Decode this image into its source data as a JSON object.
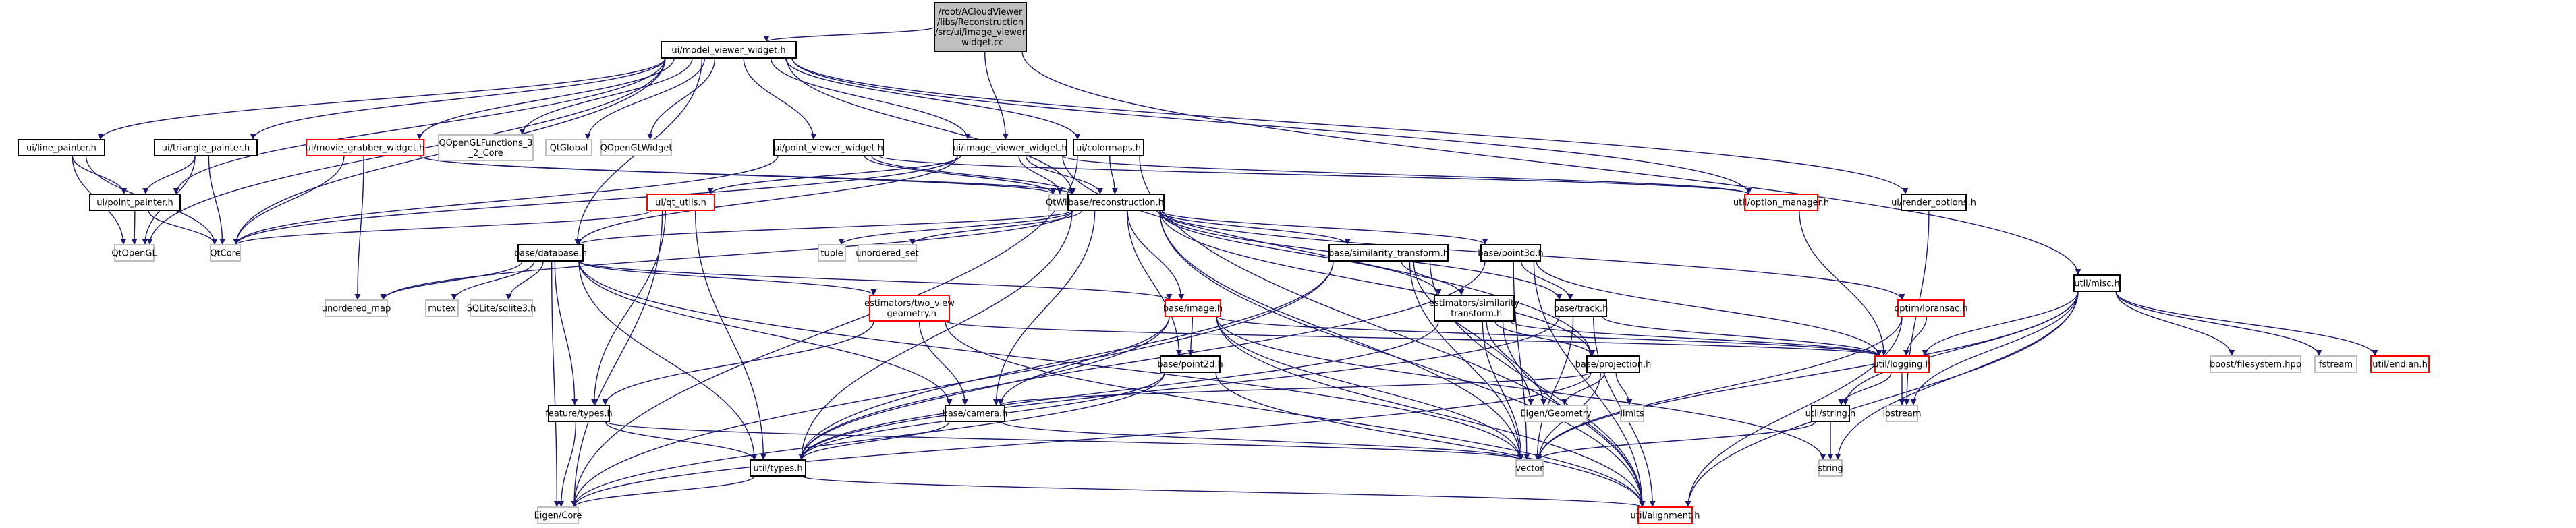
{
  "title": "Include dependency graph for image_viewer_widget.cc",
  "colors": {
    "edge": "#191970",
    "root_fill": "#bfbfbf",
    "documented_border": "#000000",
    "undocumented_border": "#ff0000",
    "external_border": "#bfbfbf"
  },
  "nodes": [
    {
      "id": "root",
      "label": [
        "/root/ACloudViewer",
        "/libs/Reconstruction",
        "/src/ui/image_viewer",
        "_widget.cc"
      ],
      "kind": "root"
    },
    {
      "id": "model_viewer_widget",
      "label": [
        "ui/model_viewer_widget.h"
      ],
      "kind": "normal"
    },
    {
      "id": "image_viewer_widget",
      "label": [
        "ui/image_viewer_widget.h"
      ],
      "kind": "normal"
    },
    {
      "id": "misc",
      "label": [
        "util/misc.h"
      ],
      "kind": "normal"
    },
    {
      "id": "line_painter",
      "label": [
        "ui/line_painter.h"
      ],
      "kind": "normal"
    },
    {
      "id": "triangle_painter",
      "label": [
        "ui/triangle_painter.h"
      ],
      "kind": "normal"
    },
    {
      "id": "movie_grabber_widget",
      "label": [
        "ui/movie_grabber_widget.h"
      ],
      "kind": "missing"
    },
    {
      "id": "qopenglfunctions",
      "label": [
        "QOpenGLFunctions_3",
        "_2_Core"
      ],
      "kind": "external"
    },
    {
      "id": "qtglobal",
      "label": [
        "QtGlobal"
      ],
      "kind": "external"
    },
    {
      "id": "qopenglwidget",
      "label": [
        "QOpenGLWidget"
      ],
      "kind": "external"
    },
    {
      "id": "point_viewer_widget",
      "label": [
        "ui/point_viewer_widget.h"
      ],
      "kind": "normal"
    },
    {
      "id": "colormaps",
      "label": [
        "ui/colormaps.h"
      ],
      "kind": "normal"
    },
    {
      "id": "point_painter",
      "label": [
        "ui/point_painter.h"
      ],
      "kind": "normal"
    },
    {
      "id": "qtwidgets",
      "label": [
        "QtWidgets"
      ],
      "kind": "external"
    },
    {
      "id": "qt_utils",
      "label": [
        "ui/qt_utils.h"
      ],
      "kind": "missing"
    },
    {
      "id": "reconstruction",
      "label": [
        "base/reconstruction.h"
      ],
      "kind": "normal"
    },
    {
      "id": "option_manager",
      "label": [
        "util/option_manager.h"
      ],
      "kind": "missing"
    },
    {
      "id": "render_options",
      "label": [
        "ui/render_options.h"
      ],
      "kind": "normal"
    },
    {
      "id": "qtopengl",
      "label": [
        "QtOpenGL"
      ],
      "kind": "external"
    },
    {
      "id": "qtcore",
      "label": [
        "QtCore"
      ],
      "kind": "external"
    },
    {
      "id": "database",
      "label": [
        "base/database.h"
      ],
      "kind": "normal"
    },
    {
      "id": "tuple",
      "label": [
        "tuple"
      ],
      "kind": "external"
    },
    {
      "id": "unordered_set",
      "label": [
        "unordered_set"
      ],
      "kind": "external"
    },
    {
      "id": "similarity_transform",
      "label": [
        "base/similarity_transform.h"
      ],
      "kind": "normal"
    },
    {
      "id": "point3d",
      "label": [
        "base/point3d.h"
      ],
      "kind": "normal"
    },
    {
      "id": "unordered_map",
      "label": [
        "unordered_map"
      ],
      "kind": "external"
    },
    {
      "id": "mutex",
      "label": [
        "mutex"
      ],
      "kind": "external"
    },
    {
      "id": "sqlite3",
      "label": [
        "SQLite/sqlite3.h"
      ],
      "kind": "external"
    },
    {
      "id": "two_view_geometry",
      "label": [
        "estimators/two_view",
        "_geometry.h"
      ],
      "kind": "missing"
    },
    {
      "id": "image",
      "label": [
        "base/image.h"
      ],
      "kind": "missing"
    },
    {
      "id": "est_similarity_transform",
      "label": [
        "estimators/similarity",
        "_transform.h"
      ],
      "kind": "normal"
    },
    {
      "id": "track",
      "label": [
        "base/track.h"
      ],
      "kind": "normal"
    },
    {
      "id": "loransac",
      "label": [
        "optim/loransac.h"
      ],
      "kind": "missing"
    },
    {
      "id": "point2d",
      "label": [
        "base/point2d.h"
      ],
      "kind": "normal"
    },
    {
      "id": "projection",
      "label": [
        "base/projection.h"
      ],
      "kind": "normal"
    },
    {
      "id": "logging",
      "label": [
        "util/logging.h"
      ],
      "kind": "missing"
    },
    {
      "id": "boost_filesystem",
      "label": [
        "boost/filesystem.hpp"
      ],
      "kind": "external"
    },
    {
      "id": "fstream",
      "label": [
        "fstream"
      ],
      "kind": "external"
    },
    {
      "id": "endian",
      "label": [
        "util/endian.h"
      ],
      "kind": "missing"
    },
    {
      "id": "feature_types",
      "label": [
        "feature/types.h"
      ],
      "kind": "normal"
    },
    {
      "id": "camera",
      "label": [
        "base/camera.h"
      ],
      "kind": "normal"
    },
    {
      "id": "eigen_geometry",
      "label": [
        "Eigen/Geometry"
      ],
      "kind": "external"
    },
    {
      "id": "limits",
      "label": [
        "limits"
      ],
      "kind": "external"
    },
    {
      "id": "util_string",
      "label": [
        "util/string.h"
      ],
      "kind": "normal"
    },
    {
      "id": "iostream",
      "label": [
        "iostream"
      ],
      "kind": "external"
    },
    {
      "id": "util_types",
      "label": [
        "util/types.h"
      ],
      "kind": "normal"
    },
    {
      "id": "vector",
      "label": [
        "vector"
      ],
      "kind": "external"
    },
    {
      "id": "string",
      "label": [
        "string"
      ],
      "kind": "external"
    },
    {
      "id": "eigen_core",
      "label": [
        "Eigen/Core"
      ],
      "kind": "external"
    },
    {
      "id": "alignment",
      "label": [
        "util/alignment.h"
      ],
      "kind": "missing"
    }
  ],
  "edges": [
    [
      "root",
      "model_viewer_widget"
    ],
    [
      "root",
      "image_viewer_widget"
    ],
    [
      "root",
      "misc"
    ],
    [
      "model_viewer_widget",
      "line_painter"
    ],
    [
      "model_viewer_widget",
      "triangle_painter"
    ],
    [
      "model_viewer_widget",
      "movie_grabber_widget"
    ],
    [
      "model_viewer_widget",
      "qopenglfunctions"
    ],
    [
      "model_viewer_widget",
      "qtglobal"
    ],
    [
      "model_viewer_widget",
      "qopenglwidget"
    ],
    [
      "model_viewer_widget",
      "point_viewer_widget"
    ],
    [
      "model_viewer_widget",
      "image_viewer_widget"
    ],
    [
      "model_viewer_widget",
      "colormaps"
    ],
    [
      "model_viewer_widget",
      "reconstruction"
    ],
    [
      "model_viewer_widget",
      "option_manager"
    ],
    [
      "model_viewer_widget",
      "render_options"
    ],
    [
      "model_viewer_widget",
      "point_painter"
    ],
    [
      "model_viewer_widget",
      "qtopengl"
    ],
    [
      "model_viewer_widget",
      "qtcore"
    ],
    [
      "model_viewer_widget",
      "database"
    ],
    [
      "line_painter",
      "point_painter"
    ],
    [
      "line_painter",
      "qtopengl"
    ],
    [
      "line_painter",
      "qtcore"
    ],
    [
      "triangle_painter",
      "point_painter"
    ],
    [
      "triangle_painter",
      "qtopengl"
    ],
    [
      "triangle_painter",
      "qtcore"
    ],
    [
      "point_painter",
      "qtopengl"
    ],
    [
      "point_painter",
      "qtcore"
    ],
    [
      "movie_grabber_widget",
      "qtwidgets"
    ],
    [
      "movie_grabber_widget",
      "unordered_map"
    ],
    [
      "movie_grabber_widget",
      "qtcore"
    ],
    [
      "movie_grabber_widget",
      "reconstruction"
    ],
    [
      "point_viewer_widget",
      "qtwidgets"
    ],
    [
      "point_viewer_widget",
      "reconstruction"
    ],
    [
      "point_viewer_widget",
      "option_manager"
    ],
    [
      "point_viewer_widget",
      "qtcore"
    ],
    [
      "image_viewer_widget",
      "qtwidgets"
    ],
    [
      "image_viewer_widget",
      "qt_utils"
    ],
    [
      "image_viewer_widget",
      "reconstruction"
    ],
    [
      "image_viewer_widget",
      "option_manager"
    ],
    [
      "image_viewer_widget",
      "database"
    ],
    [
      "image_viewer_widget",
      "projection"
    ],
    [
      "image_viewer_widget",
      "qtcore"
    ],
    [
      "colormaps",
      "reconstruction"
    ],
    [
      "colormaps",
      "alignment"
    ],
    [
      "colormaps",
      "eigen_core"
    ],
    [
      "qt_utils",
      "qtcore"
    ],
    [
      "qt_utils",
      "feature_types"
    ],
    [
      "qt_utils",
      "util_types"
    ],
    [
      "qt_utils",
      "eigen_core"
    ],
    [
      "reconstruction",
      "database"
    ],
    [
      "reconstruction",
      "tuple"
    ],
    [
      "reconstruction",
      "unordered_set"
    ],
    [
      "reconstruction",
      "similarity_transform"
    ],
    [
      "reconstruction",
      "point3d"
    ],
    [
      "reconstruction",
      "image"
    ],
    [
      "reconstruction",
      "est_similarity_transform"
    ],
    [
      "reconstruction",
      "track"
    ],
    [
      "reconstruction",
      "loransac"
    ],
    [
      "reconstruction",
      "point2d"
    ],
    [
      "reconstruction",
      "camera"
    ],
    [
      "reconstruction",
      "projection"
    ],
    [
      "reconstruction",
      "unordered_map"
    ],
    [
      "reconstruction",
      "util_types"
    ],
    [
      "reconstruction",
      "vector"
    ],
    [
      "reconstruction",
      "alignment"
    ],
    [
      "option_manager",
      "logging"
    ],
    [
      "render_options",
      "iostream"
    ],
    [
      "database",
      "unordered_map"
    ],
    [
      "database",
      "mutex"
    ],
    [
      "database",
      "sqlite3"
    ],
    [
      "database",
      "two_view_geometry"
    ],
    [
      "database",
      "image"
    ],
    [
      "database",
      "feature_types"
    ],
    [
      "database",
      "camera"
    ],
    [
      "database",
      "util_types"
    ],
    [
      "database",
      "eigen_core"
    ],
    [
      "database",
      "vector"
    ],
    [
      "similarity_transform",
      "est_similarity_transform"
    ],
    [
      "similarity_transform",
      "eigen_geometry"
    ],
    [
      "similarity_transform",
      "util_types"
    ],
    [
      "similarity_transform",
      "vector"
    ],
    [
      "similarity_transform",
      "alignment"
    ],
    [
      "similarity_transform",
      "eigen_core"
    ],
    [
      "point3d",
      "track"
    ],
    [
      "point3d",
      "logging"
    ],
    [
      "point3d",
      "vector"
    ],
    [
      "point3d",
      "util_types"
    ],
    [
      "point3d",
      "alignment"
    ],
    [
      "two_view_geometry",
      "feature_types"
    ],
    [
      "two_view_geometry",
      "camera"
    ],
    [
      "two_view_geometry",
      "logging"
    ],
    [
      "two_view_geometry",
      "alignment"
    ],
    [
      "image",
      "point2d"
    ],
    [
      "image",
      "camera"
    ],
    [
      "image",
      "logging"
    ],
    [
      "image",
      "util_types"
    ],
    [
      "image",
      "vector"
    ],
    [
      "image",
      "alignment"
    ],
    [
      "image",
      "string"
    ],
    [
      "est_similarity_transform",
      "projection"
    ],
    [
      "est_similarity_transform",
      "eigen_geometry"
    ],
    [
      "est_similarity_transform",
      "logging"
    ],
    [
      "est_similarity_transform",
      "util_types"
    ],
    [
      "est_similarity_transform",
      "vector"
    ],
    [
      "est_similarity_transform",
      "alignment"
    ],
    [
      "track",
      "logging"
    ],
    [
      "track",
      "util_types"
    ],
    [
      "track",
      "vector"
    ],
    [
      "track",
      "alignment"
    ],
    [
      "loransac",
      "logging"
    ],
    [
      "loransac",
      "vector"
    ],
    [
      "loransac",
      "alignment"
    ],
    [
      "point2d",
      "util_types"
    ],
    [
      "point2d",
      "alignment"
    ],
    [
      "point2d",
      "eigen_core"
    ],
    [
      "projection",
      "camera"
    ],
    [
      "projection",
      "eigen_geometry"
    ],
    [
      "projection",
      "limits"
    ],
    [
      "projection",
      "vector"
    ],
    [
      "projection",
      "eigen_core"
    ],
    [
      "logging",
      "util_string"
    ],
    [
      "logging",
      "iostream"
    ],
    [
      "misc",
      "logging"
    ],
    [
      "misc",
      "boost_filesystem"
    ],
    [
      "misc",
      "fstream"
    ],
    [
      "misc",
      "endian"
    ],
    [
      "misc",
      "util_string"
    ],
    [
      "misc",
      "iostream"
    ],
    [
      "misc",
      "string"
    ],
    [
      "misc",
      "vector"
    ],
    [
      "misc",
      "alignment"
    ],
    [
      "feature_types",
      "util_types"
    ],
    [
      "feature_types",
      "eigen_core"
    ],
    [
      "feature_types",
      "vector"
    ],
    [
      "camera",
      "util_types"
    ],
    [
      "camera",
      "vector"
    ],
    [
      "util_string",
      "string"
    ],
    [
      "util_string",
      "vector"
    ],
    [
      "util_types",
      "eigen_core"
    ],
    [
      "util_types",
      "alignment"
    ]
  ]
}
